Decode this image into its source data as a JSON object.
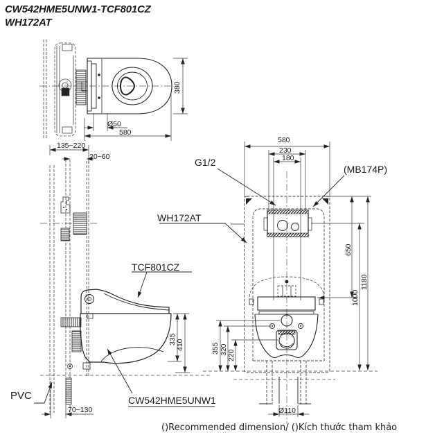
{
  "title": {
    "line1": "CW542HME5UNW1-TCF801CZ",
    "line2": "WH172AT"
  },
  "views": {
    "top": {
      "width": "580",
      "depth": "380",
      "trap_distance": "Ø50"
    },
    "side": {
      "frame_depth": "135~220",
      "panel_gap": "20~60",
      "bowl_height": "335",
      "seat_height": "410",
      "drain_offset": "70~130",
      "drain_material": "PVC"
    },
    "front": {
      "frame_width": "580",
      "tank_width": "230",
      "bolt_spacing": "180",
      "tank_drop": "650",
      "supply_height": "1000",
      "frame_height": "1180",
      "flush_height": "355",
      "fixing_height": "320",
      "outlet_height": "220",
      "drain_diameter": "Ø110"
    }
  },
  "labels": {
    "inlet": "G1/2",
    "flush_plate": "(MB174P)",
    "frame_model": "WH172AT",
    "seat_model": "TCF801CZ",
    "bowl_model": "CW542HME5UNW1"
  },
  "footnote": "()Recommended dimension/ ()Kích thước tham khảo",
  "line_color": "#222222"
}
